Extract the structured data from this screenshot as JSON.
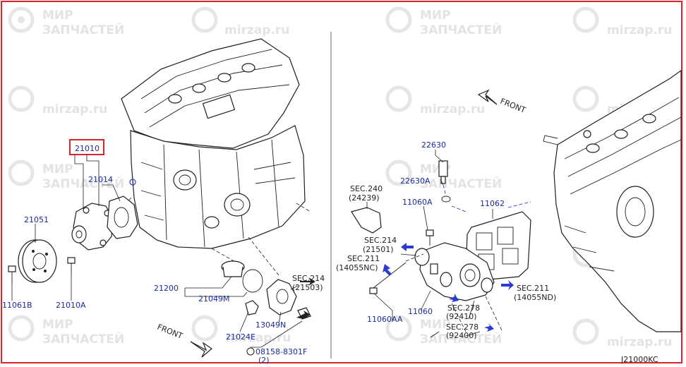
{
  "watermarks": {
    "mir": "МИР",
    "zapchastey": "ЗАПЧАСТЕЙ",
    "site": "mirzap.ru"
  },
  "highlight": {
    "part": "21010",
    "color": "#d8262e"
  },
  "labels": {
    "p21010": "21010",
    "p21014": "21014",
    "p21051": "21051",
    "p11061b": "11061B",
    "p21010a": "21010A",
    "p21200": "21200",
    "p21049m": "21049M",
    "p21024e": "21024E",
    "p13049n": "13049N",
    "sec214a": "SEC.214",
    "sec214a_sub": "(21503)",
    "p08158": "08158-8301F",
    "p08158_sub": "(2)",
    "front_left": "FRONT",
    "front_right": "FRONT",
    "p22630": "22630",
    "p22630a": "22630A",
    "sec240": "SEC.240",
    "sec240_sub": "(24239)",
    "p11060a": "11060A",
    "p11062": "11062",
    "sec214b": "SEC.214",
    "sec214b_sub": "(21501)",
    "sec211a": "SEC.211",
    "sec211a_sub": "(14055NC)",
    "sec211b": "SEC.211",
    "sec211b_sub": "(14055ND)",
    "p11060aa": "11060AA",
    "p11060": "11060",
    "sec278a": "SEC.278",
    "sec278a_sub": "(92410)",
    "sec278b": "SEC.278",
    "sec278b_sub": "(92400)",
    "diagram_code": "J21000KC"
  },
  "colors": {
    "label": "#1a2a9c",
    "line": "#1e1e1e",
    "arrow": "#2a3ccf"
  }
}
